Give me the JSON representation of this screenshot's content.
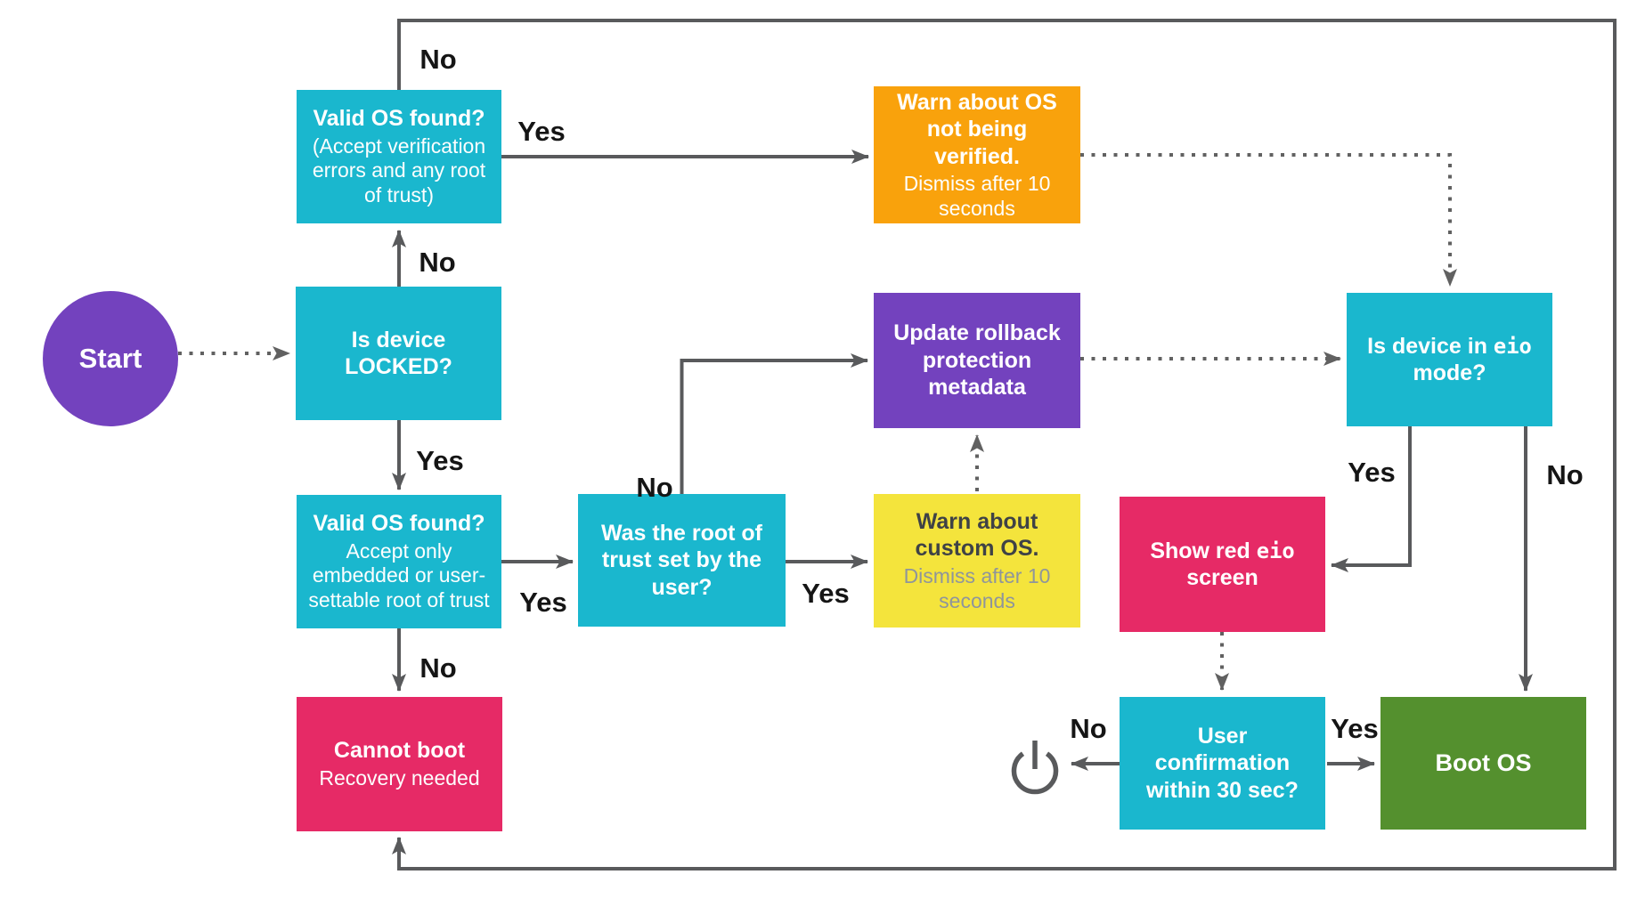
{
  "title": "Boot flow diagram",
  "colors": {
    "cyan": "#1ab7ce",
    "purple": "#7342be",
    "orange": "#f9a20c",
    "yellow": "#f4e43c",
    "pink": "#e62a66",
    "green": "#54902e",
    "line_gray": "#595a5c",
    "dotted_gray": "#616161",
    "label_black": "#151515"
  },
  "icons": {
    "power": "power-symbol"
  },
  "nodes": {
    "start": {
      "label": "Start"
    },
    "locked": {
      "title": "Is device LOCKED?"
    },
    "valid_os_top": {
      "title": "Valid OS found?",
      "subtitle": "(Accept verification errors and any root of trust)"
    },
    "warn_unverified": {
      "title": "Warn about OS not being verified.",
      "subtitle": "Dismiss after 10 seconds"
    },
    "valid_os_locked": {
      "title": "Valid OS found?",
      "subtitle": "Accept only embedded or user-settable root of trust"
    },
    "root_of_trust": {
      "title": "Was the root of trust set by the user?"
    },
    "warn_custom": {
      "title": "Warn about custom OS.",
      "subtitle": "Dismiss after 10 seconds"
    },
    "update_rollback": {
      "title": "Update rollback protection metadata"
    },
    "eio_mode": {
      "pre": "Is device in ",
      "mono": "eio",
      "post": " mode?"
    },
    "red_screen": {
      "pre": "Show red ",
      "mono": "eio",
      "post": " screen"
    },
    "cannot_boot": {
      "title": "Cannot boot",
      "subtitle": "Recovery needed"
    },
    "user_confirm": {
      "title": "User confirmation within 30 sec?"
    },
    "boot_os": {
      "title": "Boot OS"
    }
  },
  "edge_labels": {
    "no_top": "No",
    "yes_top": "Yes",
    "no_locked": "No",
    "yes_locked": "Yes",
    "yes_valid2": "Yes",
    "no_valid2": "No",
    "no_root": "No",
    "yes_root": "Yes",
    "yes_eio": "Yes",
    "no_eio": "No",
    "no_confirm": "No",
    "yes_confirm": "Yes"
  }
}
